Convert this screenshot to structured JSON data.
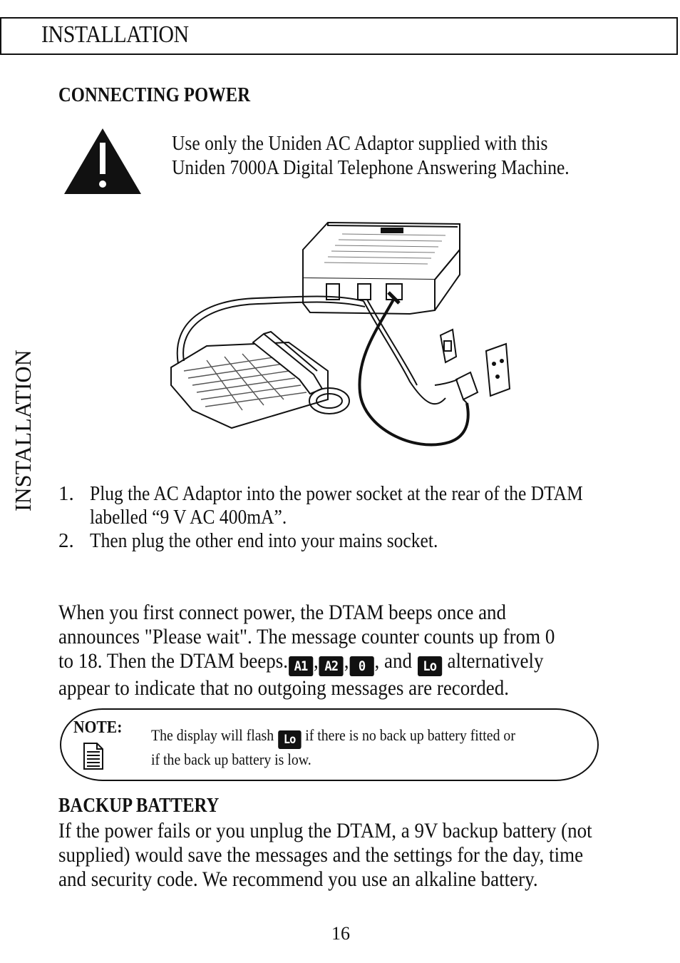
{
  "header": {
    "title": "INSTALLATION"
  },
  "side_tab": "INSTALLATION",
  "connecting": {
    "heading": "CONNECTING POWER",
    "warning_line1": "Use only the Uniden AC Adaptor supplied with this",
    "warning_line2": "Uniden 7000A Digital Telephone Answering Machine.",
    "warning_icon": "warning-triangle-icon"
  },
  "figure": {
    "description_icon": "dtam-phone-adaptor-illustration"
  },
  "steps": [
    {
      "num": "1.",
      "line1": "Plug the AC Adaptor into the power socket at the rear of the DTAM",
      "line2": "labelled “9 V AC 400mA”."
    },
    {
      "num": "2.",
      "line1": "Then plug the other end into your mains socket."
    }
  ],
  "power_para": {
    "line1": "When you first connect power, the DTAM beeps once and",
    "line2": "announces \"Please wait\".  The message counter counts up from 0",
    "line3_a": "to 18.  Then the DTAM beeps.",
    "lcd1": "A1",
    "sep1": ",",
    "lcd2": "A2",
    "sep2": ",",
    "lcd3": "0",
    "sep3": ", and",
    "lcd4": "Lo",
    "line3_b": "alternatively",
    "line4": "appear to indicate that no outgoing messages are recorded."
  },
  "note": {
    "label": "NOTE:",
    "line1_a": "The display will flash",
    "lcd": "Lo",
    "line1_b": "if there is no back up battery fitted or",
    "line2": "if the back up battery is low."
  },
  "battery": {
    "heading": "BACKUP BATTERY",
    "line1": "If the power fails or you unplug the DTAM, a 9V backup battery (not",
    "line2": "supplied) would save the messages and the settings for the day, time",
    "line3": "and security code.  We recommend you use an alkaline battery."
  },
  "page_number": "16"
}
